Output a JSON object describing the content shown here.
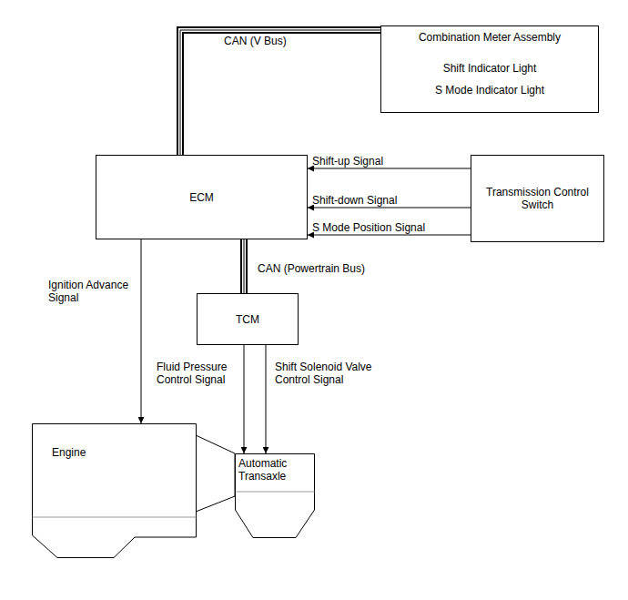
{
  "diagram": {
    "nodes": [
      {
        "text": [
          "Combination Meter Assembly",
          "Shift Indicator Light",
          "S Mode Indicator Light"
        ]
      },
      {
        "text": [
          "ECM"
        ]
      },
      {
        "text": [
          "Transmission Control Switch"
        ]
      },
      {
        "text": [
          "TCM"
        ]
      },
      {
        "text": [
          "Engine"
        ]
      },
      {
        "text": [
          "Automatic Transaxle"
        ]
      }
    ],
    "edges": [
      {
        "from": 1,
        "to": 0,
        "label": "CAN (V Bus)",
        "arrow": "none"
      },
      {
        "from": 2,
        "to": 1,
        "label": "Shift-up Signal",
        "arrow": "to"
      },
      {
        "from": 2,
        "to": 1,
        "label": "Shift-down Signal",
        "arrow": "to"
      },
      {
        "from": 2,
        "to": 1,
        "label": "S Mode Position Signal",
        "arrow": "to"
      },
      {
        "from": 1,
        "to": 3,
        "label": "CAN (Powertrain Bus)",
        "arrow": "none"
      },
      {
        "from": 1,
        "to": 4,
        "label": "Ignition Advance Signal",
        "arrow": "to"
      },
      {
        "from": 3,
        "to": 5,
        "label": "Fluid Pressure Control Signal",
        "arrow": "to"
      },
      {
        "from": 3,
        "to": 5,
        "label": "Shift Solenoid Valve Control Signal",
        "arrow": "to"
      }
    ]
  }
}
